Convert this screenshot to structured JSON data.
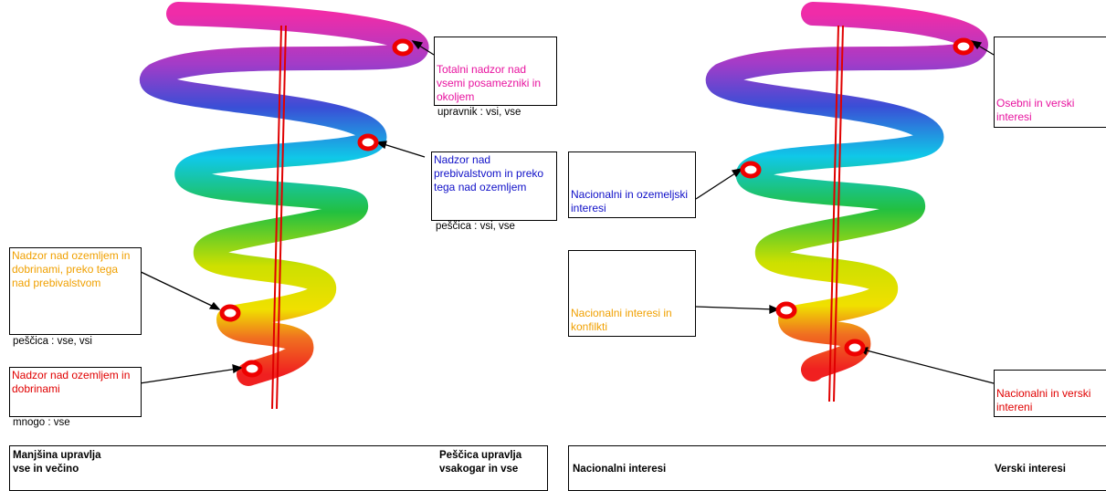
{
  "colors": {
    "magenta": "#e8139f",
    "blue": "#1010c8",
    "orange": "#f0a000",
    "red": "#e00000",
    "axis": "#e00000",
    "marker": "#ee0000"
  },
  "left": {
    "labels": [
      {
        "text": "Totalni nadzor nad vsemi posamezniki in okoljem",
        "caption": "upravnik : vsi, vse",
        "color": "magenta"
      },
      {
        "text": "Nadzor nad prebivalstvom in preko tega nad ozemljem",
        "caption": "peščica : vsi, vse",
        "color": "blue"
      },
      {
        "text": "Nadzor nad ozemljem in dobrinami, preko tega nad prebivalstvom",
        "caption": "peščica : vse, vsi",
        "color": "orange"
      },
      {
        "text": "Nadzor nad ozemljem in dobrinami",
        "caption": "mnogo : vse",
        "color": "red"
      }
    ],
    "legend": {
      "left_line1": "Manjšina upravlja",
      "left_line2": "vse in večino",
      "right_line1": "Peščica upravlja",
      "right_line2": "vsakogar in vse"
    }
  },
  "right": {
    "labels": [
      {
        "text": "Osebni in verski interesi",
        "color": "magenta"
      },
      {
        "text": "Nacionalni in ozemeljski interesi",
        "color": "blue"
      },
      {
        "text": "Nacionalni interesi in konfilkti",
        "color": "orange"
      },
      {
        "text": "Nacionalni in verski intereni",
        "color": "red"
      }
    ],
    "legend": {
      "left_label": "Nacionalni interesi",
      "right_label": "Verski interesi"
    }
  }
}
